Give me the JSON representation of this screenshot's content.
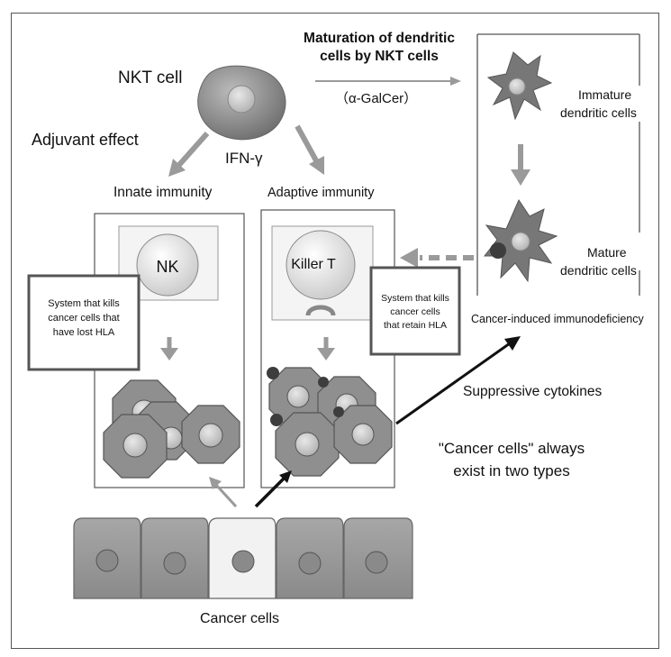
{
  "labels": {
    "nkt_cell": "NKT cell",
    "adjuvant_effect": "Adjuvant effect",
    "ifn_gamma": "IFN-γ",
    "maturation_line1": "Maturation of dendritic",
    "maturation_line2": "cells by NKT cells",
    "galcer": "（α-GalCer）",
    "immature_line1": "Immature",
    "immature_line2": "dendritic cells",
    "mature_line1": "Mature",
    "mature_line2": "dendritic cells",
    "innate_immunity": "Innate immunity",
    "adaptive_immunity": "Adaptive immunity",
    "nk": "NK",
    "killer_t": "Killer T",
    "lost_hla_1": "System that kills",
    "lost_hla_2": "cancer cells that",
    "lost_hla_3": "have lost HLA",
    "retain_hla_1": "System that kills",
    "retain_hla_2": "cancer cells",
    "retain_hla_3": "that retain HLA",
    "immunodeficiency": "Cancer-induced immunodeficiency",
    "suppressive": "Suppressive cytokines",
    "two_types_1": "\"Cancer cells\" always",
    "two_types_2": "exist in two types",
    "cancer_cells": "Cancer cells"
  },
  "colors": {
    "cell_fill": "#8f8f8f",
    "cell_dark": "#6b6b6b",
    "nucleus": "#bdbdbd",
    "arrow_grey": "#9a9a9a",
    "arrow_black": "#111111",
    "highlight_cell": "#f2f2f2"
  }
}
